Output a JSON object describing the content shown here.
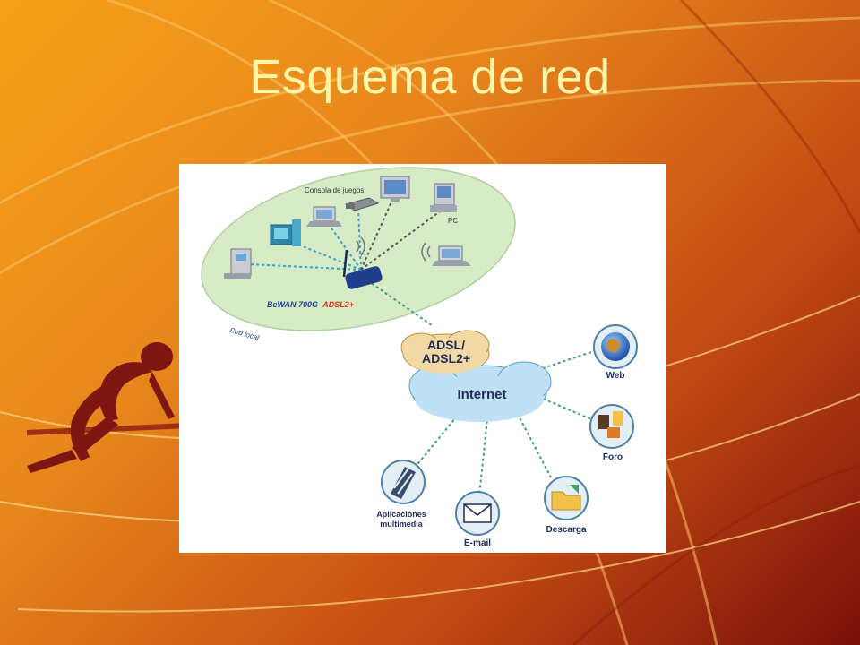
{
  "slide": {
    "title": "Esquema de red"
  },
  "diagram": {
    "lan_label": "Red local",
    "console_label": "Consola de juegos",
    "pc_label": "PC",
    "router_model": "BeWAN 700G",
    "router_suffix": "ADSL2+",
    "adsl_line1": "ADSL/",
    "adsl_line2": "ADSL2+",
    "internet_label": "Internet",
    "services": {
      "web": "Web",
      "foro": "Foro",
      "descarga": "Descarga",
      "email": "E-mail",
      "apps_line1": "Aplicaciones",
      "apps_line2": "multimedia"
    }
  },
  "colors": {
    "title": "#fff5a8",
    "lan_ellipse": "#d7ecc6",
    "cloud": "#bfe0f5",
    "adsl_cloud": "#f3d9a3",
    "links": "#3aa46a",
    "router_text": "#1f3f8f",
    "router_accent": "#e0301e"
  }
}
